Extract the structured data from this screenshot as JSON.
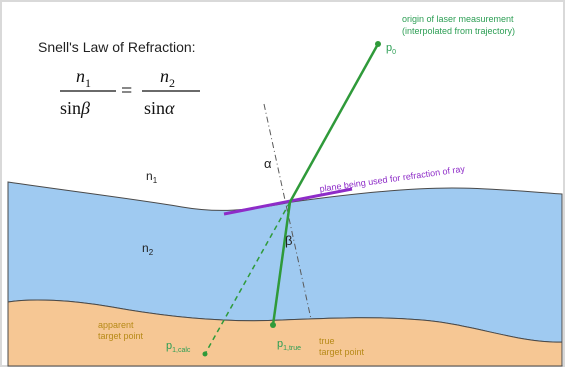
{
  "title": "Snell's Law of Refraction:",
  "formula": {
    "left_num": "n",
    "left_num_sub": "1",
    "left_den_fn": "sin",
    "left_den_angle": "β",
    "equals": "=",
    "right_num": "n",
    "right_num_sub": "2",
    "right_den_fn": "sin",
    "right_den_angle": "α"
  },
  "media": {
    "n1": "n",
    "n1_sub": "1",
    "n2": "n",
    "n2_sub": "2"
  },
  "angles": {
    "alpha": "α",
    "beta": "β"
  },
  "labels": {
    "origin_line1": "origin of laser measurement",
    "origin_line2": "(interpolated from trajectory)",
    "p0": "p",
    "p0_sub": "0",
    "plane": "plane being used for refraction of ray",
    "apparent_line1": "apparent",
    "apparent_line2": "target point",
    "p1calc": "p",
    "p1calc_sub": "1,calc",
    "p1true": "p",
    "p1true_sub": "1,true",
    "true_line1": "true",
    "true_line2": "target point"
  },
  "colors": {
    "water": "#9fcaf1",
    "ground": "#f6c794",
    "ray": "#2f9a3a",
    "plane": "#8e2cc8",
    "label_green": "#2c9e54",
    "label_orange": "#b78a18",
    "outline": "#4a4a4a"
  }
}
